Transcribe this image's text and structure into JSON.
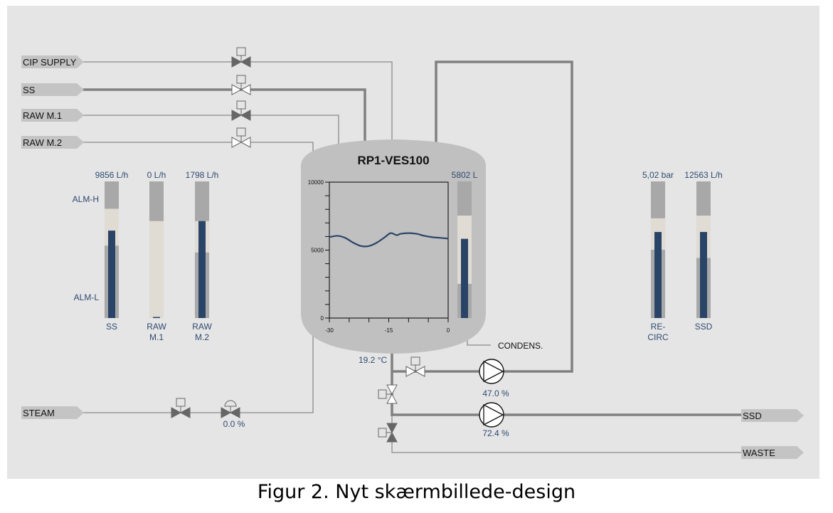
{
  "screen": {
    "title": "RP1-VES100",
    "colors": {
      "background": "#e5e5e5",
      "pipe": "#808080",
      "tag": "#c4c4c4",
      "value_text": "#2f4a70",
      "bar_fill": "#2a4468",
      "bar_alarm": "#a8a8a8",
      "bar_normal": "#e0dbd3",
      "vessel": "#c0c0c0"
    }
  },
  "inlets": [
    {
      "label": "CIP SUPPLY",
      "valve_state": "closed"
    },
    {
      "label": "SS",
      "valve_state": "open"
    },
    {
      "label": "RAW M.1",
      "valve_state": "closed"
    },
    {
      "label": "RAW M.2",
      "valve_state": "open"
    }
  ],
  "steam": {
    "label": "STEAM",
    "onoff_valve_state": "closed",
    "control_valve_state": "closed",
    "control_valve_output": "0.0 %"
  },
  "outlets": [
    {
      "label": "SSD"
    },
    {
      "label": "WASTE"
    }
  ],
  "alarm_labels": {
    "high": "ALM-H",
    "low": "ALM-L"
  },
  "inlet_gauges": [
    {
      "value": "9856 L/h",
      "label_lines": [
        "SS"
      ],
      "fill_fraction": 0.64,
      "alarm_high_fraction": 0.8,
      "alarm_low_fraction": 0.53
    },
    {
      "value": "0 L/h",
      "label_lines": [
        "RAW",
        "M.1"
      ],
      "fill_fraction": 0.0,
      "alarm_high_fraction": 0.71,
      "alarm_low_fraction": 0.0
    },
    {
      "value": "1798 L/h",
      "label_lines": [
        "RAW",
        "M.2"
      ],
      "fill_fraction": 0.71,
      "alarm_high_fraction": 0.71,
      "alarm_low_fraction": 0.48
    }
  ],
  "outlet_gauges": [
    {
      "value": "5,02 bar",
      "label_lines": [
        "RE-",
        "CIRC"
      ],
      "fill_fraction": 0.63,
      "alarm_high_fraction": 0.73,
      "alarm_low_fraction": 0.5
    },
    {
      "value": "12563 L/h",
      "label_lines": [
        "SSD"
      ],
      "fill_fraction": 0.63,
      "alarm_high_fraction": 0.75,
      "alarm_low_fraction": 0.44
    }
  ],
  "vessel": {
    "level_value": "5802 L",
    "level_gauge": {
      "fill_fraction": 0.58,
      "alarm_high_fraction": 0.75,
      "alarm_low_fraction": 0.25
    },
    "temperature": "19.2 °C",
    "condensate_label": "CONDENS."
  },
  "pumps": [
    {
      "name": "recirc-pump",
      "output": "47.0 %"
    },
    {
      "name": "ssd-pump",
      "output": "72.4 %"
    }
  ],
  "outlet_valves": {
    "recirc_valve_state": "open",
    "ssd_valve_state": "open",
    "waste_valve_state": "closed"
  },
  "chart_data": {
    "type": "line",
    "title": "",
    "xlabel": "",
    "ylabel": "",
    "x_ticks": [
      "-30",
      "-15",
      "0"
    ],
    "y_ticks": [
      "0",
      "5000",
      "10000"
    ],
    "xlim": [
      -30,
      0
    ],
    "ylim": [
      0,
      10000
    ],
    "grid": false,
    "series": [
      {
        "name": "level",
        "x": [
          -30,
          -28,
          -26,
          -24,
          -22,
          -20,
          -18,
          -16,
          -14.5,
          -13,
          -12,
          -10,
          -8,
          -6,
          -4,
          -2,
          0
        ],
        "y": [
          5950,
          6050,
          5900,
          5550,
          5300,
          5300,
          5550,
          5950,
          6250,
          6100,
          6200,
          6250,
          6200,
          6050,
          5950,
          5900,
          5850
        ]
      }
    ]
  },
  "caption": "Figur 2. Nyt skærmbillede-design"
}
